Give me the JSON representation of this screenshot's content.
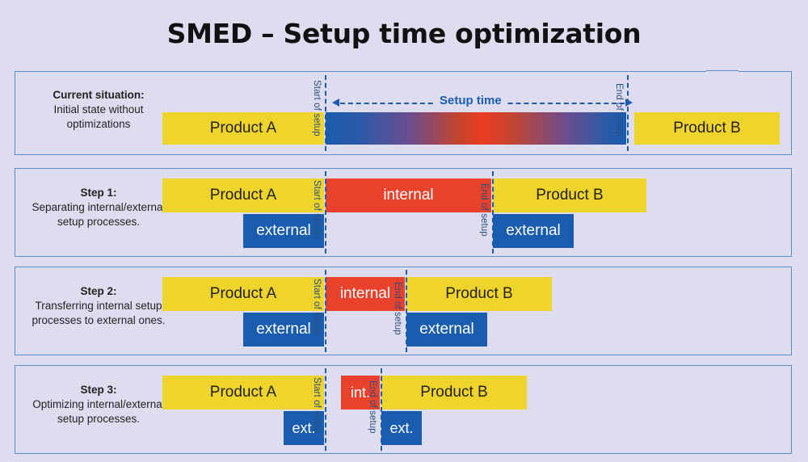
{
  "title": "SMED – Setup time optimization",
  "colors": {
    "background": "#dedcef",
    "frame_border": "#5d8dc4",
    "yellow": "#efd42c",
    "blue": "#1a5cad",
    "red": "#e8412c",
    "marker": "#1a5cad"
  },
  "markers": {
    "start_label": "Start of setup",
    "end_label": "End of setup"
  },
  "setup_time_arrow": {
    "label": "Setup time"
  },
  "rows": [
    {
      "head": "Current situation:",
      "sub": "Initial state without optimizations",
      "bars": {
        "product_a": "Product A",
        "product_b": "Product B",
        "setup_gradient": ""
      }
    },
    {
      "head": "Step 1:",
      "sub": "Separating internal/external setup processes.",
      "bars": {
        "product_a": "Product A",
        "product_b": "Product B",
        "internal": "internal",
        "external_left": "external",
        "external_right": "external"
      }
    },
    {
      "head": "Step 2:",
      "sub": "Transferring internal setup processes to external ones.",
      "bars": {
        "product_a": "Product A",
        "product_b": "Product B",
        "internal": "internal",
        "external_left": "external",
        "external_right": "external"
      }
    },
    {
      "head": "Step 3:",
      "sub": "Optimizing internal/external setup processes.",
      "bars": {
        "product_a": "Product A",
        "product_b": "Product B",
        "internal": "int.",
        "external_left": "ext.",
        "external_right": "ext."
      }
    }
  ]
}
